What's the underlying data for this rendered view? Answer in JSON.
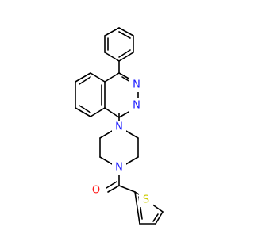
{
  "molecule": {
    "atoms": {
      "n_upper": {
        "symbol": "N",
        "color": "#1a1aff"
      },
      "n_lower": {
        "symbol": "N",
        "color": "#1a1aff"
      },
      "n_pip_top": {
        "symbol": "N",
        "color": "#1a1aff"
      },
      "n_pip_bottom": {
        "symbol": "N",
        "color": "#1a1aff"
      },
      "o_carbonyl": {
        "symbol": "O",
        "color": "#ff1a1a"
      },
      "s_thiophene": {
        "symbol": "S",
        "color": "#cccc00"
      }
    },
    "bond_color": "#000000"
  }
}
